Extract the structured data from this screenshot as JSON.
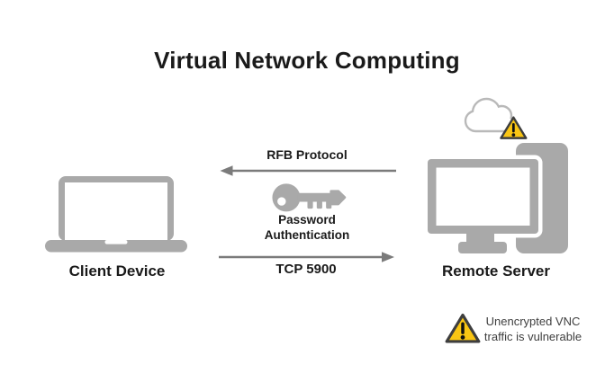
{
  "title": "Virtual Network Computing",
  "client": {
    "label": "Client Device",
    "icon": "laptop-icon"
  },
  "server": {
    "label": "Remote Server",
    "icon": "monitor-icon",
    "overlay_icons": [
      "cloud-icon",
      "warning-icon"
    ]
  },
  "connections": {
    "rfb": {
      "label": "RFB Protocol",
      "direction": "server-to-client"
    },
    "auth": {
      "icon": "key-icon",
      "lines": [
        "Password",
        "Authentication"
      ]
    },
    "tcp": {
      "label": "TCP 5900",
      "direction": "client-to-server"
    }
  },
  "footnote": {
    "icon": "warning-icon",
    "lines": [
      "Unencrypted VNC",
      "traffic is vulnerable"
    ]
  },
  "colors": {
    "background": "#ffffff",
    "device_gray": "#a9a9a9",
    "arrow_gray": "#7b7b7b",
    "cloud_stroke": "#b9b9b9",
    "warning_yellow": "#f9c513",
    "warning_border": "#3e3e3e",
    "text": "#1a1a1a",
    "footnote_text": "#3f3f3f"
  }
}
